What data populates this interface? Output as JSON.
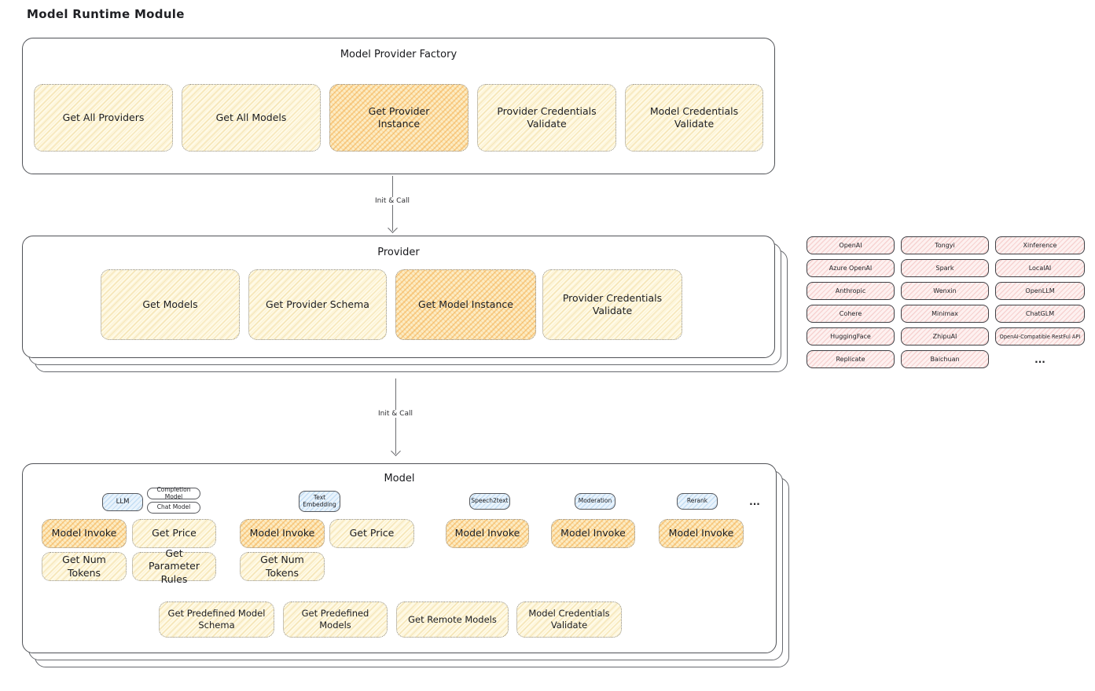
{
  "page_title": "Model Runtime Module",
  "labels": {
    "init_call": "Init & Call",
    "ellipsis": "..."
  },
  "colors": {
    "highlight_orange": "#f29e2e",
    "light_yellow": "#fffae6",
    "provider_pink": "#fdf1f0",
    "type_blue": "#e9f3fc"
  },
  "factory": {
    "title": "Model Provider Factory",
    "buttons": [
      {
        "label": "Get All Providers",
        "highlighted": false
      },
      {
        "label": "Get All Models",
        "highlighted": false
      },
      {
        "label": "Get Provider Instance",
        "highlighted": true
      },
      {
        "label": "Provider Credentials Validate",
        "highlighted": false
      },
      {
        "label": "Model Credentials Validate",
        "highlighted": false
      }
    ]
  },
  "provider": {
    "title": "Provider",
    "buttons": [
      {
        "label": "Get Models",
        "highlighted": false
      },
      {
        "label": "Get Provider Schema",
        "highlighted": false
      },
      {
        "label": "Get Model Instance",
        "highlighted": true
      },
      {
        "label": "Provider Credentials Validate",
        "highlighted": false
      }
    ]
  },
  "provider_list": {
    "columns": [
      [
        "OpenAI",
        "Azure OpenAI",
        "Anthropic",
        "Cohere",
        "HuggingFace",
        "Replicate"
      ],
      [
        "Tongyi",
        "Spark",
        "Wenxin",
        "Minimax",
        "ZhipuAI",
        "Baichuan"
      ],
      [
        "Xinference",
        "LocalAI",
        "OpenLLM",
        "ChatGLM",
        "OpenAI-Compatible RestFul API"
      ]
    ]
  },
  "model": {
    "title": "Model",
    "type_tags": {
      "llm": "LLM",
      "completion_model": "Completion Model",
      "chat_model": "Chat Model",
      "text_embedding": "Text Embedding",
      "speech2text": "Speech2text",
      "moderation": "Moderation",
      "rerank": "Rerank"
    },
    "buttons": {
      "model_invoke": "Model Invoke",
      "get_price": "Get Price",
      "get_num_tokens": "Get Num Tokens",
      "get_parameter_rules": "Get Parameter Rules"
    },
    "bottom_buttons": [
      "Get Predefined Model Schema",
      "Get Predefined Models",
      "Get Remote Models",
      "Model Credentials Validate"
    ]
  }
}
